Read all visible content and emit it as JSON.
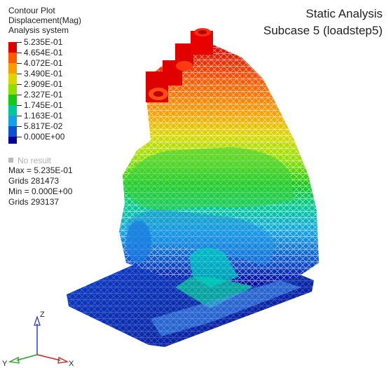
{
  "legend": {
    "title": "Contour Plot",
    "subtitle": "Displacement(Mag)",
    "system": "Analysis system",
    "levels": [
      "5.235E-01",
      "4.654E-01",
      "4.072E-01",
      "3.490E-01",
      "2.909E-01",
      "2.327E-01",
      "1.745E-01",
      "1.163E-01",
      "5.817E-02",
      "0.000E+00"
    ],
    "colors": [
      "#e00000",
      "#ff5a00",
      "#ff9a00",
      "#d8d800",
      "#8fe000",
      "#14c814",
      "#00c89a",
      "#14a0e6",
      "#0a50d2",
      "#000096"
    ],
    "no_result": "No result",
    "max": "Max = 5.235E-01",
    "max_grids": "Grids 281473",
    "min": "Min = 0.000E+00",
    "min_grids": "Grids 293137"
  },
  "header": {
    "analysis": "Static Analysis",
    "subcase": "Subcase 5 (loadstep5)"
  },
  "triad": {
    "x": "X",
    "y": "Y",
    "z": "Z"
  },
  "icons": [
    "coordinate-triad-icon"
  ]
}
